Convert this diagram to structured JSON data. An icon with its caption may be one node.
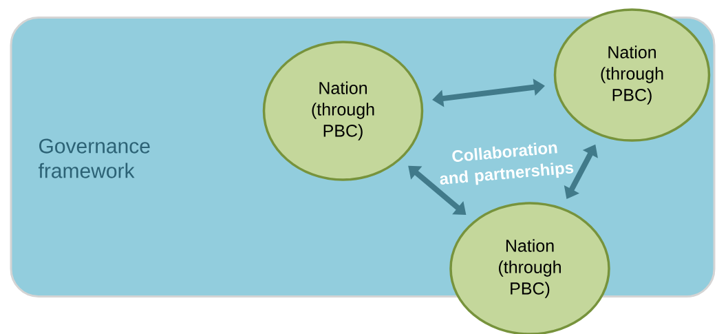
{
  "diagram": {
    "nodes": [
      {
        "text": [
          "Governance framework"
        ]
      },
      {
        "text": [
          "Nation (through PBC)"
        ],
        "in": 0
      },
      {
        "text": [
          "Nation (through PBC)"
        ],
        "in": 0
      },
      {
        "text": [
          "Nation (through PBC)"
        ]
      }
    ],
    "edges": [
      {
        "from": 1,
        "to": 2,
        "arrow": "both"
      },
      {
        "from": 1,
        "to": 3,
        "arrow": "both"
      },
      {
        "from": 2,
        "to": 3,
        "arrow": "both"
      }
    ],
    "labels": [
      "Collaboration and partnerships"
    ]
  }
}
